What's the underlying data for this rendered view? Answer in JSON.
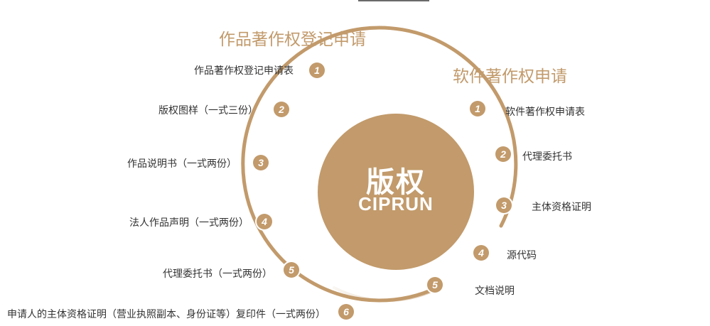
{
  "center": {
    "title": "版权",
    "subtitle": "CIPRUN"
  },
  "left": {
    "heading": "作品著作权登记申请",
    "items": [
      {
        "num": "1",
        "label": "作品著作权登记申请表"
      },
      {
        "num": "2",
        "label": "版权图样（一式三份）"
      },
      {
        "num": "3",
        "label": "作品说明书（一式两份）"
      },
      {
        "num": "4",
        "label": "法人作品声明（一式两份）"
      },
      {
        "num": "5",
        "label": "代理委托书（一式两份）"
      },
      {
        "num": "6",
        "label": "申请人的主体资格证明（营业执照副本、身份证等）复印件（一式两份）"
      }
    ]
  },
  "right": {
    "heading": "软件著作权申请",
    "items": [
      {
        "num": "1",
        "label": "软件著作权申请表"
      },
      {
        "num": "2",
        "label": "代理委托书"
      },
      {
        "num": "3",
        "label": "主体资格证明"
      },
      {
        "num": "4",
        "label": "源代码"
      },
      {
        "num": "5",
        "label": "文档说明"
      }
    ]
  },
  "colors": {
    "accent": "#c29a6b",
    "text": "#333333",
    "background": "#ffffff"
  }
}
